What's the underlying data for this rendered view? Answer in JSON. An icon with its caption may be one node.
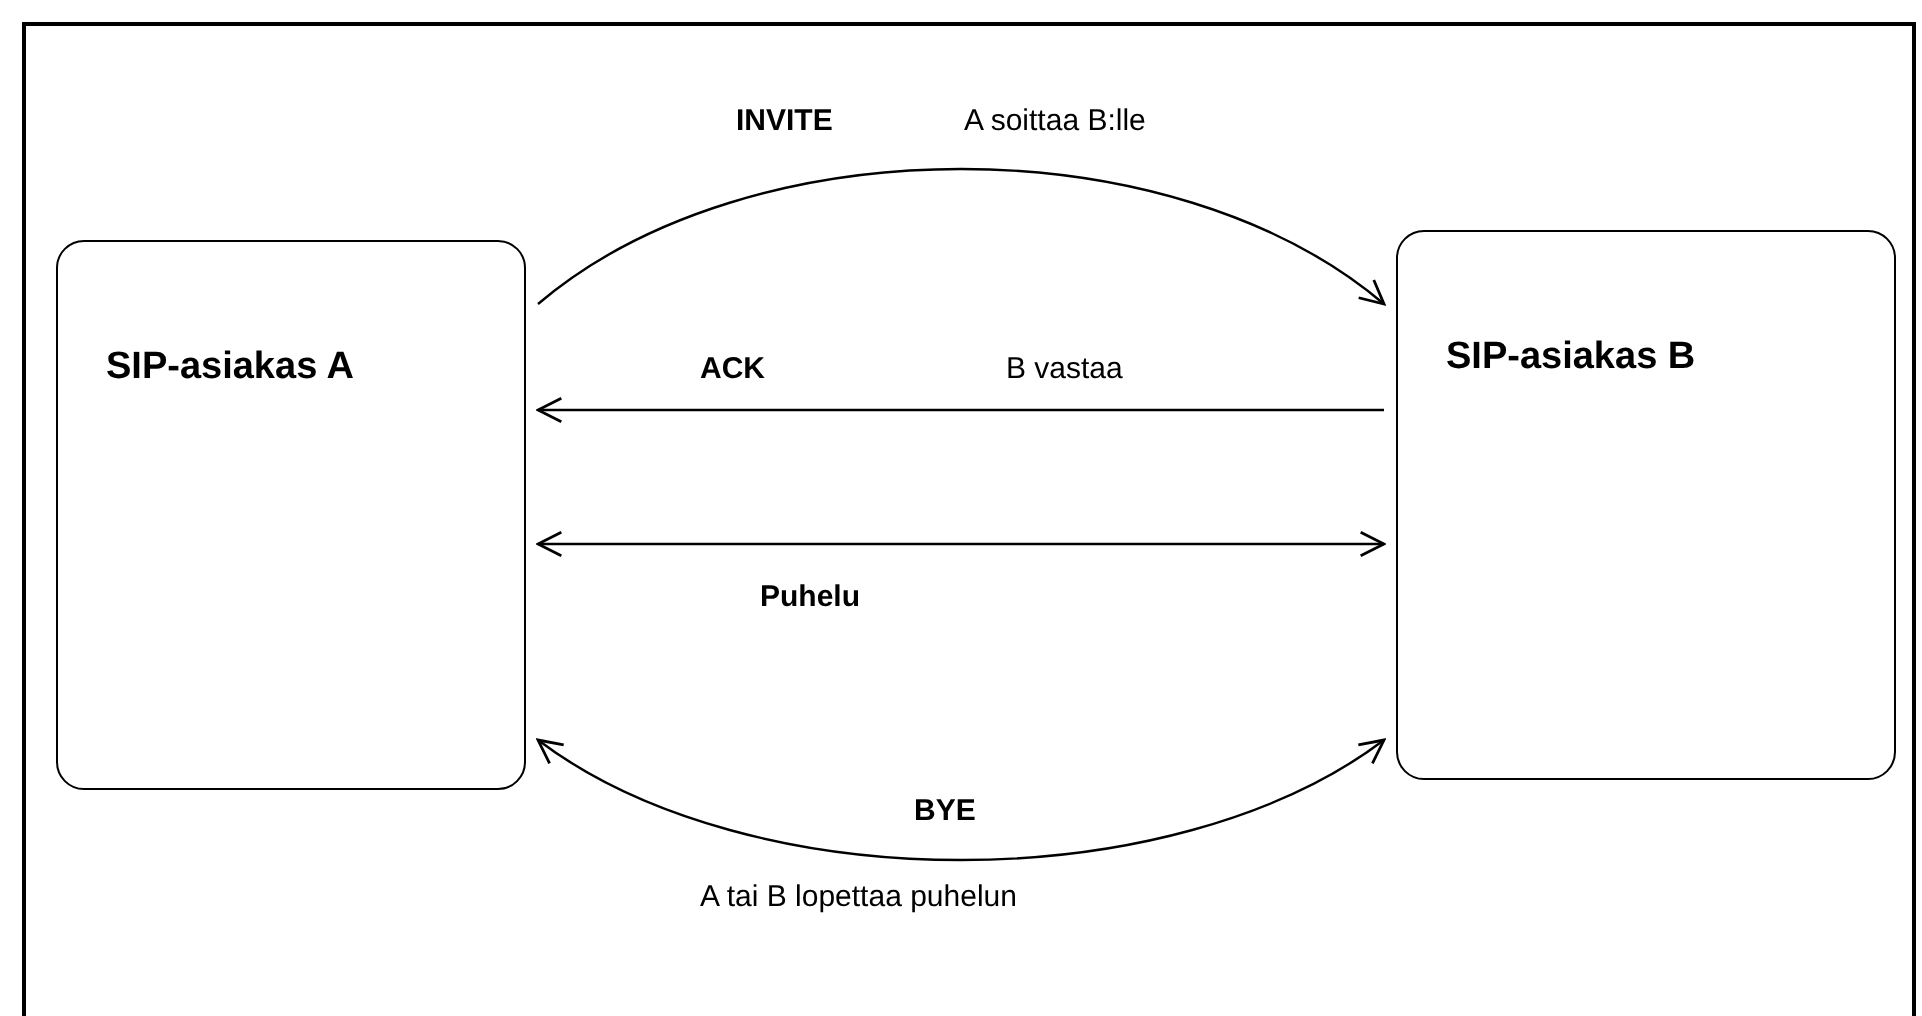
{
  "diagram": {
    "nodes": [
      {
        "text": [
          "SIP-asiakas A"
        ]
      },
      {
        "text": [
          "SIP-asiakas B"
        ]
      }
    ],
    "edges": [
      {
        "from": 0,
        "to": 1,
        "arrow": "to",
        "label": "INVITE"
      },
      {
        "from": 1,
        "to": 0,
        "arrow": "to",
        "label": "ACK"
      },
      {
        "from": 0,
        "to": 1,
        "arrow": "both",
        "label": "Puhelu"
      },
      {
        "from": 0,
        "to": 1,
        "arrow": "both",
        "label": "BYE"
      }
    ],
    "labels": [
      "A soittaa B:lle",
      "B vastaa",
      "A tai B lopettaa puhelun"
    ]
  }
}
